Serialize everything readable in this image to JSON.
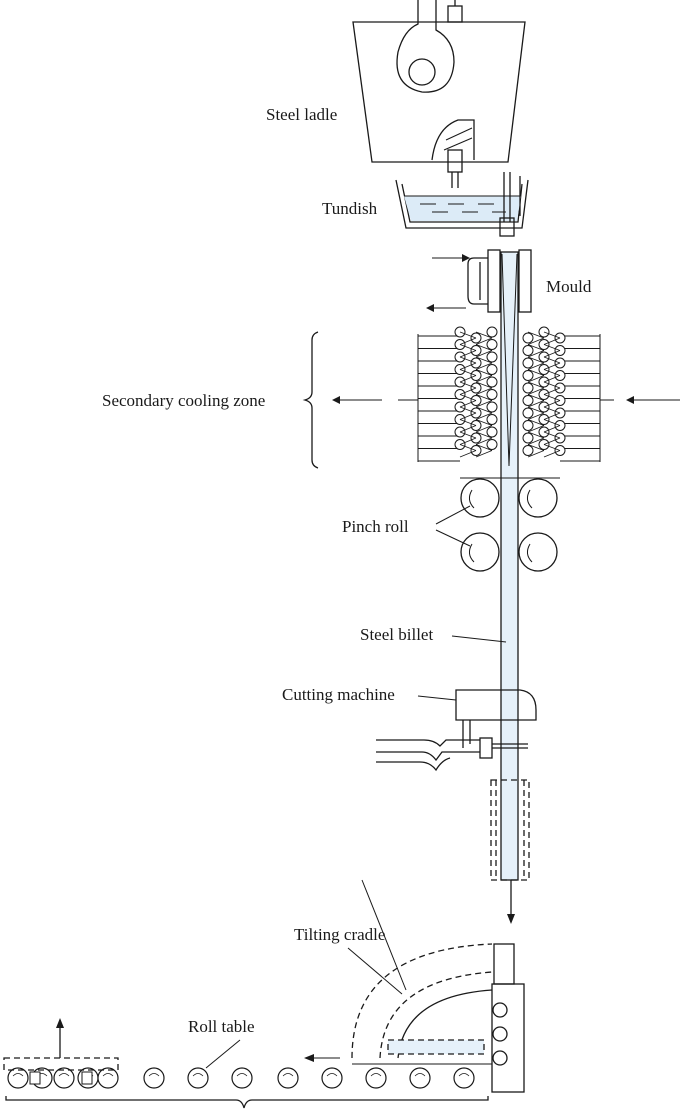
{
  "labels": {
    "steel_ladle": "Steel ladle",
    "tundish": "Tundish",
    "mould": "Mould",
    "secondary_cooling_zone": "Secondary cooling zone",
    "pinch_roll": "Pinch roll",
    "steel_billet": "Steel billet",
    "cutting_machine": "Cutting machine",
    "tilting_cradle": "Tilting cradle",
    "roll_table": "Roll table"
  },
  "colors": {
    "billet_fill": "#e6f1fa",
    "liquid_fill": "#dcebf7",
    "line": "#1a1a1a"
  }
}
